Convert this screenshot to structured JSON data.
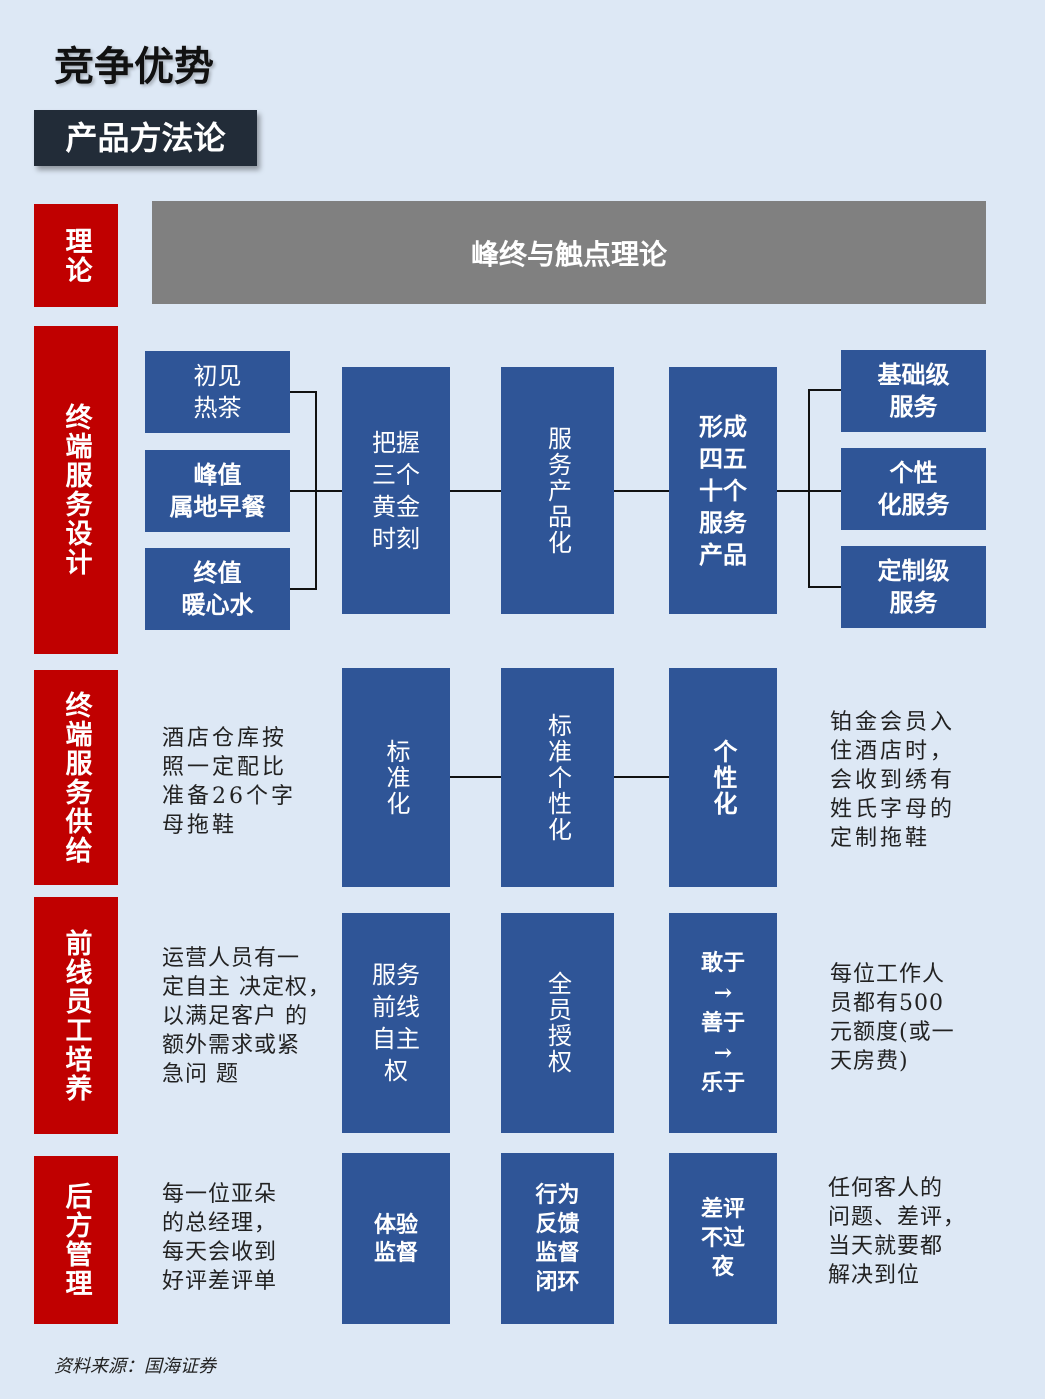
{
  "title": "竞争优势",
  "subtitle": "产品方法论",
  "theory": {
    "label": "理论",
    "content": "峰终与触点理论"
  },
  "terminal_design": {
    "label": "终端服务设计",
    "left_items": [
      "初见\n热茶",
      "峰值\n属地早餐",
      "终值\n暖心水"
    ],
    "step1": "把握\n三个\n黄金\n时刻",
    "step2": "服务产品化",
    "step3": "形成\n四五\n十个\n服务\n产品",
    "right_items": [
      "基础级\n服务",
      "个性\n化服务",
      "定制级\n服务"
    ]
  },
  "terminal_supply": {
    "label": "终端服务供给",
    "left_note": "酒店仓库按\n照一定配比\n准备26个字\n母拖鞋",
    "step1": "标准化",
    "step2": "标准个性化",
    "step3": "个性化",
    "right_note": "铂金会员入\n住酒店时，\n会收到绣有\n姓氏字母的\n定制拖鞋"
  },
  "staff_training": {
    "label": "前线员工培养",
    "left_note": "运营人员有一\n定自主 决定权，\n以满足客户 的\n额外需求或紧\n急问 题",
    "step1": "服务\n前线\n自主\n权",
    "step2": "全员授权",
    "step3": "敢于\n→\n善于\n→\n乐于",
    "right_note": "每位工作人\n员都有500\n元额度(或一\n天房费)"
  },
  "back_management": {
    "label": "后方管理",
    "left_note": "每一位亚朵\n的总经理，\n每天会收到\n好评差评单",
    "step1": "体验\n监督",
    "step2": "行为\n反馈\n监督\n闭环",
    "step3": "差评\n不过\n夜",
    "right_note": "任何客人的\n问题、差评，\n当天就要都\n解决到位"
  },
  "footer": "资料来源：国海证券",
  "colors": {
    "background": "#dde8f5",
    "label_red": "#c00000",
    "box_blue": "#2f5597",
    "theory_gray": "#808080",
    "subtitle_dark": "#222c38"
  }
}
